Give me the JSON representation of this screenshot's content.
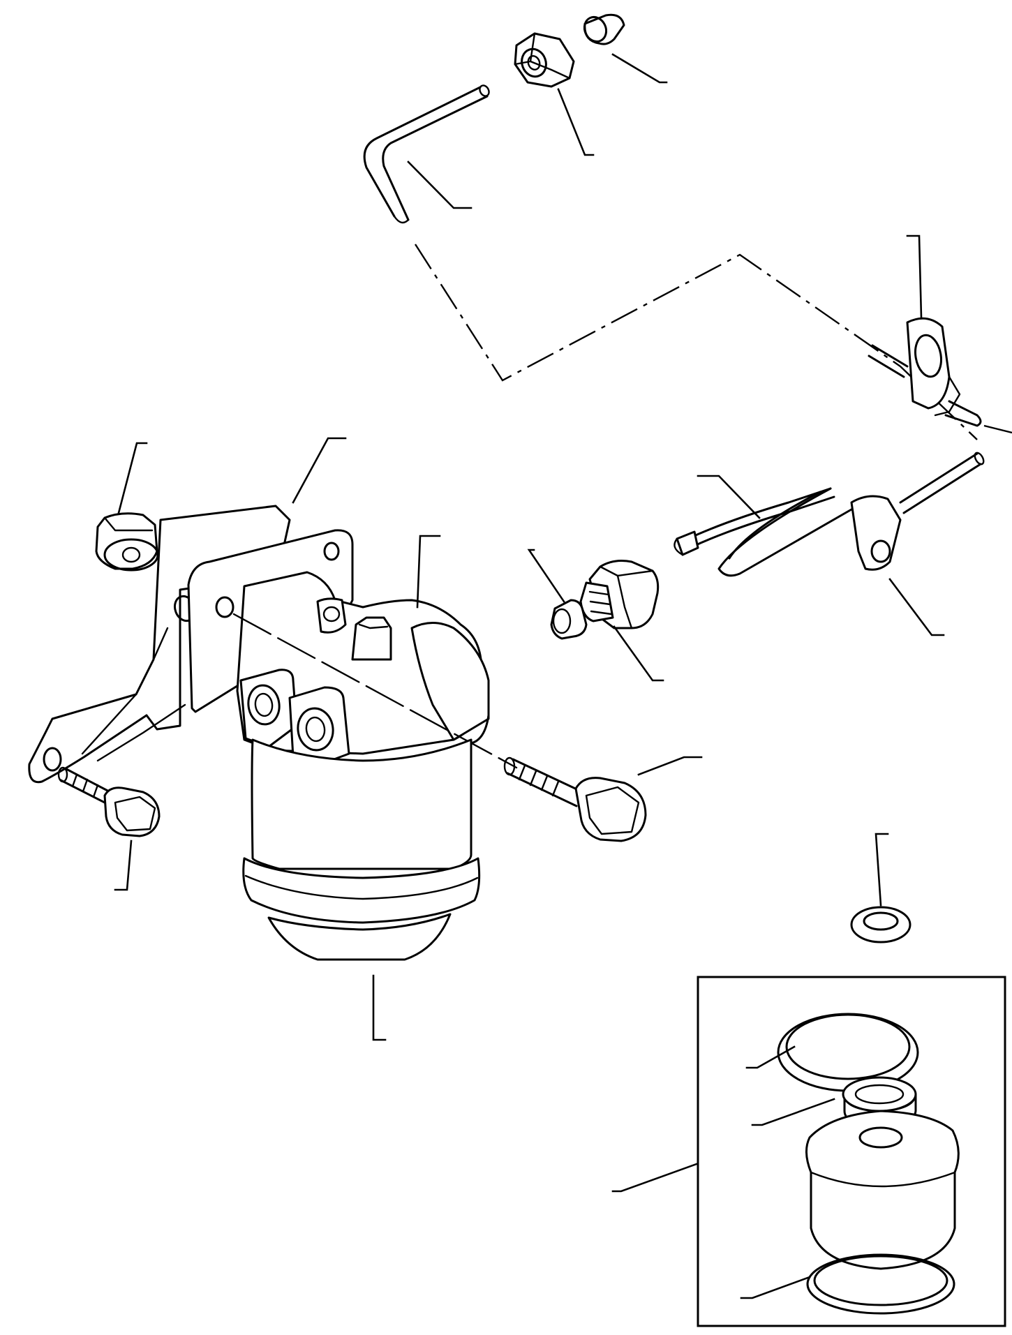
{
  "diagram": {
    "parts": [
      {
        "id": "cap-sleeve",
        "label": ""
      },
      {
        "id": "hex-nut",
        "label": ""
      },
      {
        "id": "bent-fuel-pipe",
        "label": ""
      },
      {
        "id": "banjo-fitting",
        "label": ""
      },
      {
        "id": "fuel-pipe-assembly",
        "label": ""
      },
      {
        "id": "banjo-lower",
        "label": ""
      },
      {
        "id": "bleed-screw",
        "label": ""
      },
      {
        "id": "adapter-union",
        "label": ""
      },
      {
        "id": "spacer-bush",
        "label": ""
      },
      {
        "id": "mounting-bracket",
        "label": ""
      },
      {
        "id": "filter-head",
        "label": ""
      },
      {
        "id": "flange-bolt-left",
        "label": ""
      },
      {
        "id": "flange-bolt-right",
        "label": ""
      },
      {
        "id": "filter-bowl",
        "label": ""
      },
      {
        "id": "sealing-washer",
        "label": ""
      },
      {
        "id": "filter-element-kit",
        "label": ""
      },
      {
        "id": "upper-seal-ring",
        "label": ""
      },
      {
        "id": "inner-seal",
        "label": ""
      },
      {
        "id": "lower-seal-ring",
        "label": ""
      }
    ]
  }
}
